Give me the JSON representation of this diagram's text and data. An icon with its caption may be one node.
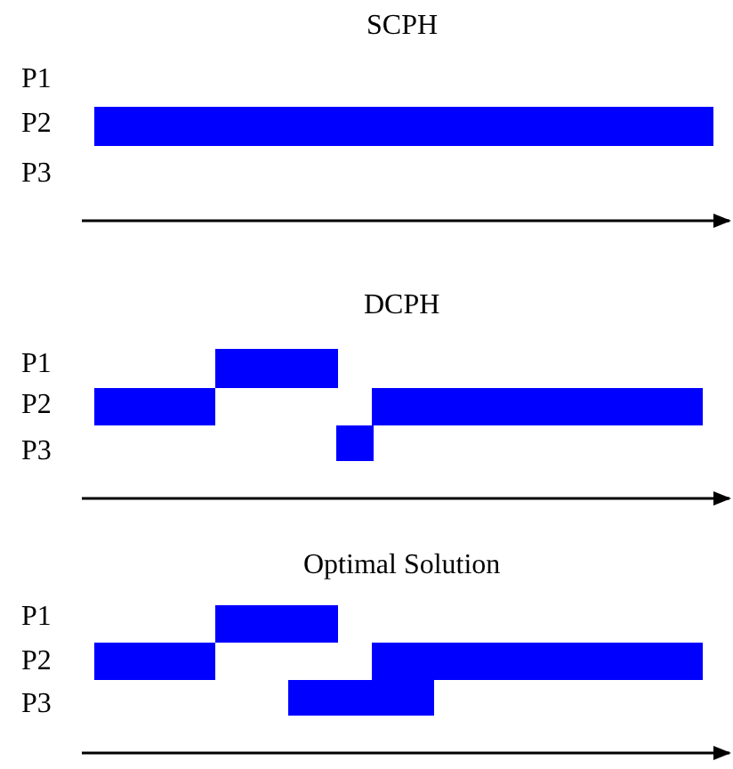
{
  "diagram": {
    "labels": [
      "SCPH",
      "P1",
      "P2",
      "P3",
      "DCPH",
      "P1",
      "P2",
      "P3",
      "Optimal Solution",
      "P1",
      "P2",
      "P3"
    ]
  }
}
